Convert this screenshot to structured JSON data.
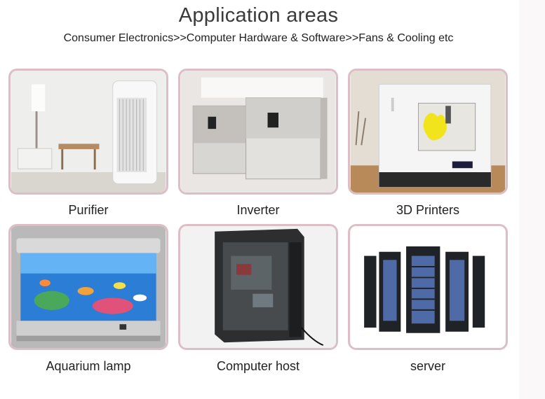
{
  "header": {
    "title": "Application areas",
    "subtitle": "Consumer Electronics>>Computer Hardware & Software>>Fans & Cooling etc"
  },
  "items": [
    {
      "label": "Purifier"
    },
    {
      "label": "Inverter"
    },
    {
      "label": "3D Printers"
    },
    {
      "label": "Aquarium lamp"
    },
    {
      "label": "Computer host"
    },
    {
      "label": "server"
    }
  ],
  "colors": {
    "card_border": "#dcbfc6",
    "text": "#222222"
  }
}
